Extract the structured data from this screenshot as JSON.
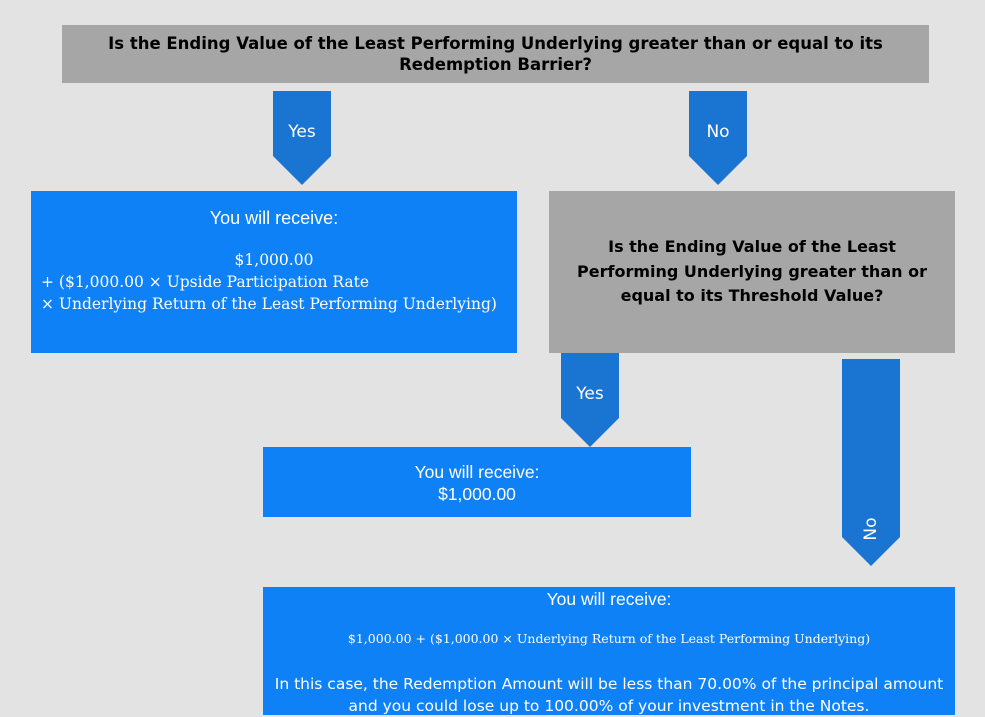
{
  "top_question": {
    "text": "Is the Ending Value of the Least Performing Underlying greater than or equal to its Redemption Barrier?"
  },
  "arrows": {
    "top_yes": "Yes",
    "top_no": "No",
    "mid_yes": "Yes",
    "mid_no": "No"
  },
  "outcome_yes": {
    "heading": "You will receive:",
    "line1": "$1,000.00",
    "line2": "+ ($1,000.00 × Upside Participation Rate",
    "line3": "× Underlying Return of the Least Performing Underlying)"
  },
  "second_question": {
    "text": "Is the Ending Value of the Least Performing Underlying greater than or equal to its Threshold Value?"
  },
  "outcome_threshold_yes": {
    "heading": "You will receive:",
    "amount": "$1,000.00"
  },
  "outcome_no": {
    "heading": "You will receive:",
    "formula": "$1,000.00 + ($1,000.00 × Underlying Return of the Least Performing Underlying)",
    "note": "In this case, the Redemption Amount will be less than 70.00% of the principal amount and you could lose up to 100.00% of your investment in the Notes."
  },
  "colors": {
    "background": "#e3e3e3",
    "question_box": "#a6a6a6",
    "outcome_box": "#0f81f7",
    "arrow": "#1a74d1"
  }
}
